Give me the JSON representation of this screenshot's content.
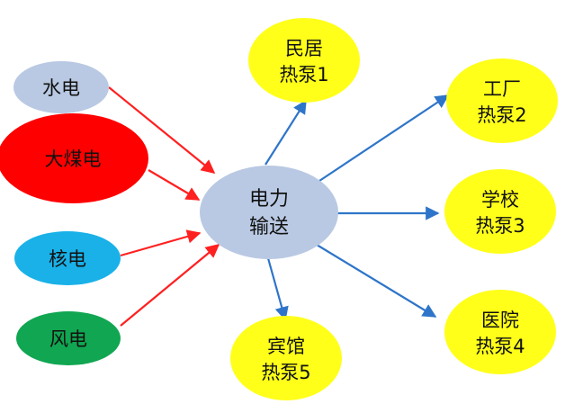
{
  "colors": {
    "source_arrow": "#ff2020",
    "output_arrow": "#2e75c9",
    "hub_fill": "#b9c9e3",
    "consumer_fill": "#ffff1a"
  },
  "sources": [
    {
      "id": "hydro",
      "label": "水电",
      "fill": "#b9c9e3"
    },
    {
      "id": "coal",
      "label": "大煤电",
      "fill": "#ff0000"
    },
    {
      "id": "nuclear",
      "label": "核电",
      "fill": "#19b1e8"
    },
    {
      "id": "wind",
      "label": "风电",
      "fill": "#11a651"
    }
  ],
  "hub": {
    "id": "transmission",
    "lines": [
      "电力",
      "输送"
    ]
  },
  "consumers": [
    {
      "id": "residential",
      "lines": [
        "民居",
        "热泵1"
      ]
    },
    {
      "id": "factory",
      "lines": [
        "工厂",
        "热泵2"
      ]
    },
    {
      "id": "school",
      "lines": [
        "学校",
        "热泵3"
      ]
    },
    {
      "id": "hospital",
      "lines": [
        "医院",
        "热泵4"
      ]
    },
    {
      "id": "hotel",
      "lines": [
        "宾馆",
        "热泵5"
      ]
    }
  ]
}
